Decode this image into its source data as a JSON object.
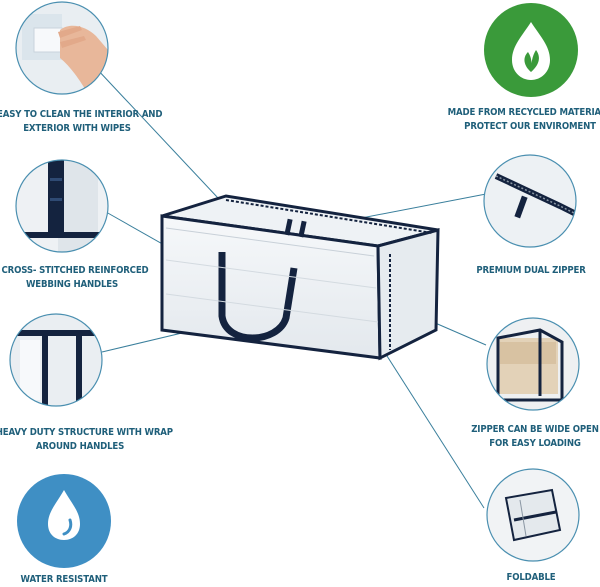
{
  "features": [
    {
      "id": "easy-clean",
      "lines": [
        "EASY TO CLEAN THE INTERIOR AND",
        "EXTERIOR WITH WIPES"
      ],
      "icon": "wiping-hand-icon"
    },
    {
      "id": "handles",
      "lines": [
        "CROSS- STITCHED  REINFORCED",
        "WEBBING HANDLES"
      ],
      "icon": "webbing-handle-icon"
    },
    {
      "id": "heavy-duty",
      "lines": [
        "HEAVY DUTY STRUCTURE WITH WRAP",
        "AROUND HANDLES"
      ],
      "icon": "bag-corner-icon"
    },
    {
      "id": "water-resistant",
      "lines": [
        "WATER RESISTANT"
      ],
      "icon": "water-drop-icon"
    },
    {
      "id": "recycled",
      "lines": [
        "MADE FROM RECYCLED MATERIALS",
        "PROTECT OUR ENVIROMENT"
      ],
      "icon": "leaf-drop-icon"
    },
    {
      "id": "dual-zipper",
      "lines": [
        "PREMIUM  DUAL ZIPPER"
      ],
      "icon": "zipper-pull-icon"
    },
    {
      "id": "wide-open",
      "lines": [
        "ZIPPER CAN BE WIDE OPEN",
        "FOR EASY LOADING"
      ],
      "icon": "open-bag-icon"
    },
    {
      "id": "foldable",
      "lines": [
        "FOLDABLE"
      ],
      "icon": "folded-bag-icon"
    }
  ],
  "colors": {
    "caption": "#1f5f7a",
    "callout_line": "#3a7f9c",
    "circle_border": "#4a8fb0",
    "green_badge": "#3a9a3a",
    "blue_badge": "#3f8fc4",
    "bag_trim": "#14233f"
  }
}
